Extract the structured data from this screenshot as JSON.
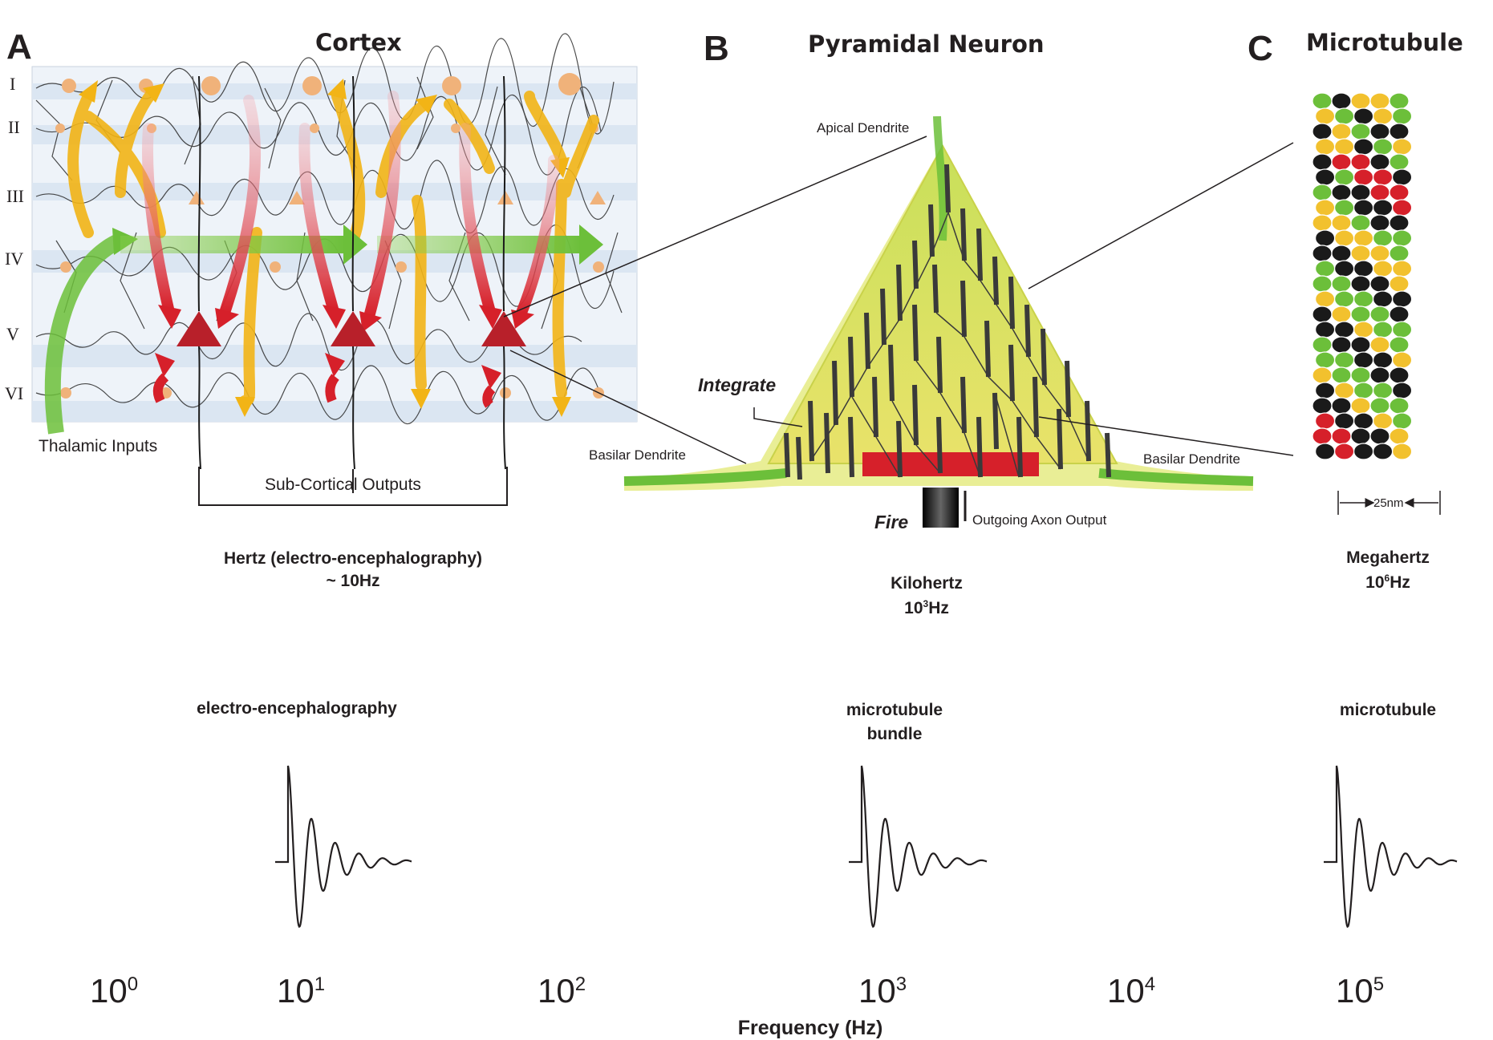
{
  "panel_a": {
    "letter": "A",
    "title": "Cortex",
    "layers": [
      "I",
      "II",
      "III",
      "IV",
      "V",
      "VI"
    ],
    "thalamic_label": "Thalamic Inputs",
    "outputs_label": "Sub-Cortical Outputs",
    "freq_name": "Hertz (electro-encephalography)",
    "freq_value": "~ 10Hz"
  },
  "panel_b": {
    "letter": "B",
    "title": "Pyramidal Neuron",
    "apical_label": "Apical Dendrite",
    "basilar_left": "Basilar Dendrite",
    "basilar_right": "Basilar Dendrite",
    "integrate_label": "Integrate",
    "fire_label": "Fire",
    "axon_label": "Outgoing Axon Output",
    "freq_name": "Kilohertz",
    "freq_value_base": "10",
    "freq_value_exp": "3",
    "freq_value_unit": "Hz"
  },
  "panel_c": {
    "letter": "C",
    "title": "Microtubule",
    "scale_label": "25nm",
    "freq_name": "Megahertz",
    "freq_value_base": "10",
    "freq_value_exp": "6",
    "freq_value_unit": "Hz"
  },
  "waves": {
    "eeg_label": "electro-encephalography",
    "bundle_label_line1": "microtubule",
    "bundle_label_line2": "bundle",
    "microtubule_label": "microtubule"
  },
  "axis": {
    "label": "Frequency (Hz)",
    "ticks": [
      {
        "base": "10",
        "exp": "0"
      },
      {
        "base": "10",
        "exp": "1"
      },
      {
        "base": "10",
        "exp": "2"
      },
      {
        "base": "10",
        "exp": "3"
      },
      {
        "base": "10",
        "exp": "4"
      },
      {
        "base": "10",
        "exp": "5"
      }
    ]
  },
  "colors": {
    "green": "#6cbf3a",
    "yellow": "#f2c12e",
    "red": "#d6202a",
    "black": "#1a1a1a",
    "neuron_red": "#b8202a",
    "soma_dot": "#f0b27a"
  }
}
